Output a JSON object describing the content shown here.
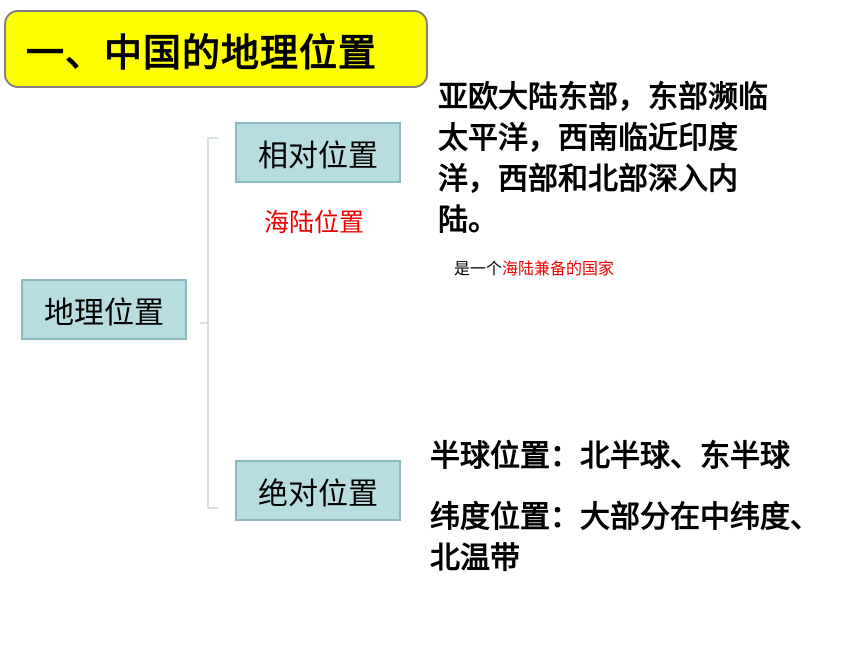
{
  "title": "一、中国的地理位置",
  "nodes": {
    "root": "地理位置",
    "relative": "相对位置",
    "absolute": "绝对位置"
  },
  "relative": {
    "sub_label": "海陆位置",
    "description": "亚欧大陆东部，东部濒临太平洋，西南临近印度洋，西部和北部深入内陆。",
    "note_prefix": "是一个",
    "note_highlight": "海陆兼备的国家"
  },
  "absolute": {
    "hemisphere": "半球位置：北半球、东半球",
    "latitude": "纬度位置：大部分在中纬度、北温带"
  },
  "colors": {
    "title_bg": "#ffff00",
    "node_bg": "#b7dde0",
    "highlight": "#ee0000"
  }
}
